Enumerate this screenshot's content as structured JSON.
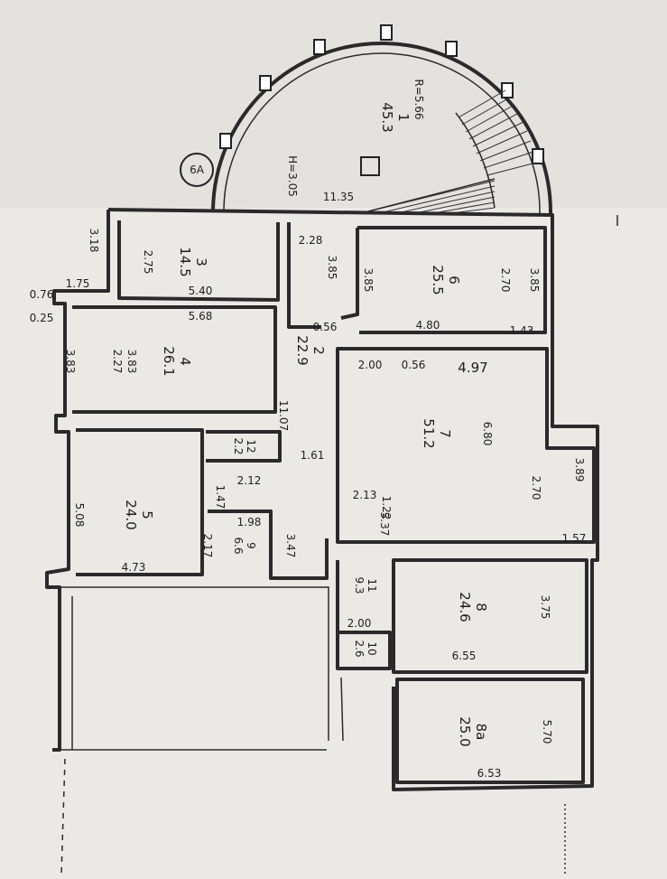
{
  "rooms": {
    "r1": {
      "number": "1",
      "area": "45.3",
      "radius": "R=5.66",
      "height": "H=3.05",
      "chord": "11.35",
      "mark": "6A"
    },
    "r2": {
      "number": "2",
      "area": "22.9",
      "d1": "2.28",
      "d2": "3.85",
      "d3": "0.56"
    },
    "r3": {
      "number": "3",
      "area": "14.5",
      "w": "5.40",
      "h": "2.75"
    },
    "r4": {
      "number": "4",
      "area": "26.1",
      "w": "5.68",
      "h": "3.83",
      "h2": "3.83",
      "x": "2.27"
    },
    "r5": {
      "number": "5",
      "area": "24.0",
      "w": "4.73",
      "h": "5.08"
    },
    "r6": {
      "number": "6",
      "area": "25.5",
      "w": "4.80",
      "h": "3.85",
      "h2": "3.85",
      "x": "2.70"
    },
    "r7": {
      "number": "7",
      "area": "51.2",
      "w": "4.97",
      "w2": "2.00",
      "h": "6.80",
      "x": "2.70",
      "h2": "3.89"
    },
    "r8": {
      "number": "8",
      "area": "24.6",
      "w": "6.55",
      "h": "3.75"
    },
    "r8a": {
      "number": "8a",
      "area": "25.0",
      "w": "6.53",
      "h": "5.70"
    },
    "r9": {
      "number": "9",
      "area": "6.6",
      "w": "1.98",
      "h": "2.17"
    },
    "r10": {
      "number": "10",
      "area": "2.6",
      "w": "2.00"
    },
    "r11": {
      "number": "11",
      "area": "9.3",
      "h": "5.37"
    },
    "r12": {
      "number": "12",
      "area": "2.2",
      "w": "2.12"
    }
  },
  "dimensions": [
    "3.18",
    "1.75",
    "0.76",
    "0.25",
    "1.47",
    "1.61",
    "2.13",
    "1.22",
    "1.57",
    "1.43",
    "3.47",
    "11.07",
    "0.56"
  ]
}
